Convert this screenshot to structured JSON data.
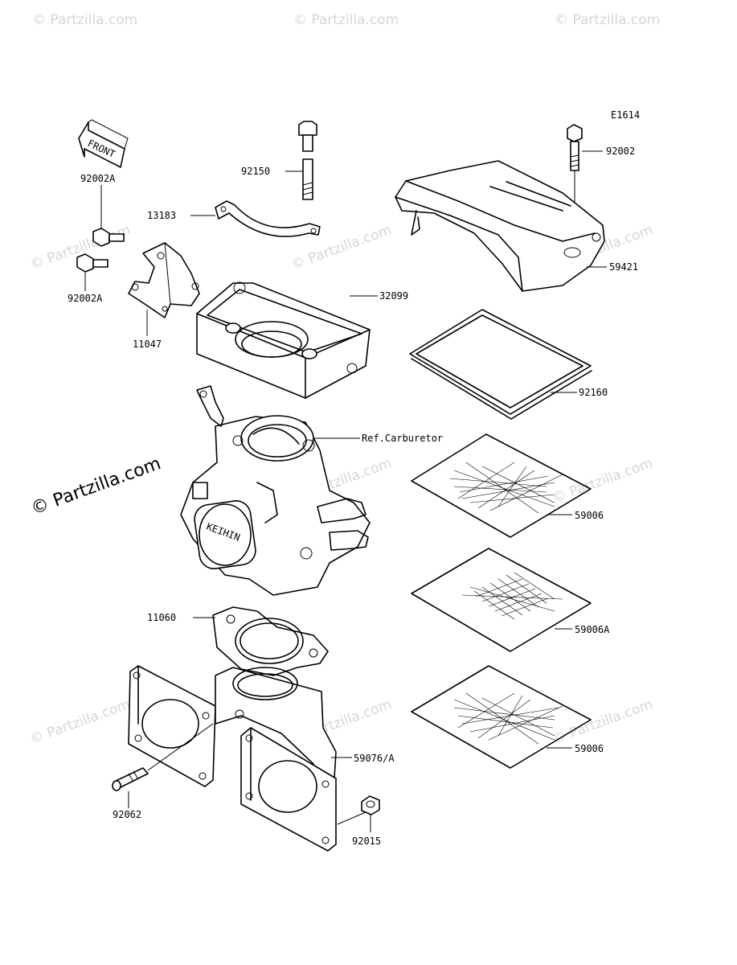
{
  "diagram_code": "E1614",
  "front_label": "FRONT",
  "watermark": "© Partzilla.com",
  "copyright_mark": "© Partzilla.com",
  "carb_brand": "KEIHIN",
  "labels": {
    "p92150": "92150",
    "p13183": "13183",
    "p92002A_top": "92002A",
    "p92002A_bottom": "92002A",
    "p11047": "11047",
    "p32099": "32099",
    "p92002": "92002",
    "p59421": "59421",
    "p92160": "92160",
    "ref_carb": "Ref.Carburetor",
    "p59006_top": "59006",
    "p59006A": "59006A",
    "p59006_bottom": "59006",
    "p11060": "11060",
    "p59076": "59076/A",
    "p92062": "92062",
    "p92015": "92015"
  }
}
